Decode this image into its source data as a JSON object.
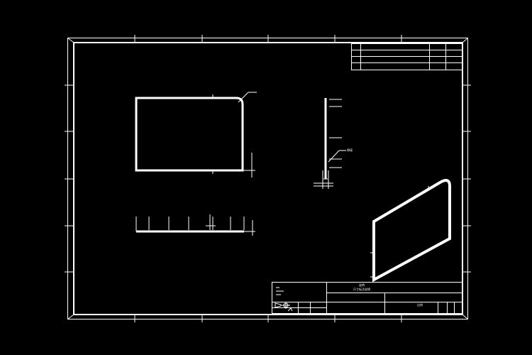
{
  "colors": {
    "background": "#000000",
    "line": "#ffffff"
  },
  "title_block": {
    "title_line": "说明",
    "title_sub": "尺寸标注说明",
    "weight_label": "比例"
  },
  "side_view": {
    "callout_label": "焊接"
  }
}
